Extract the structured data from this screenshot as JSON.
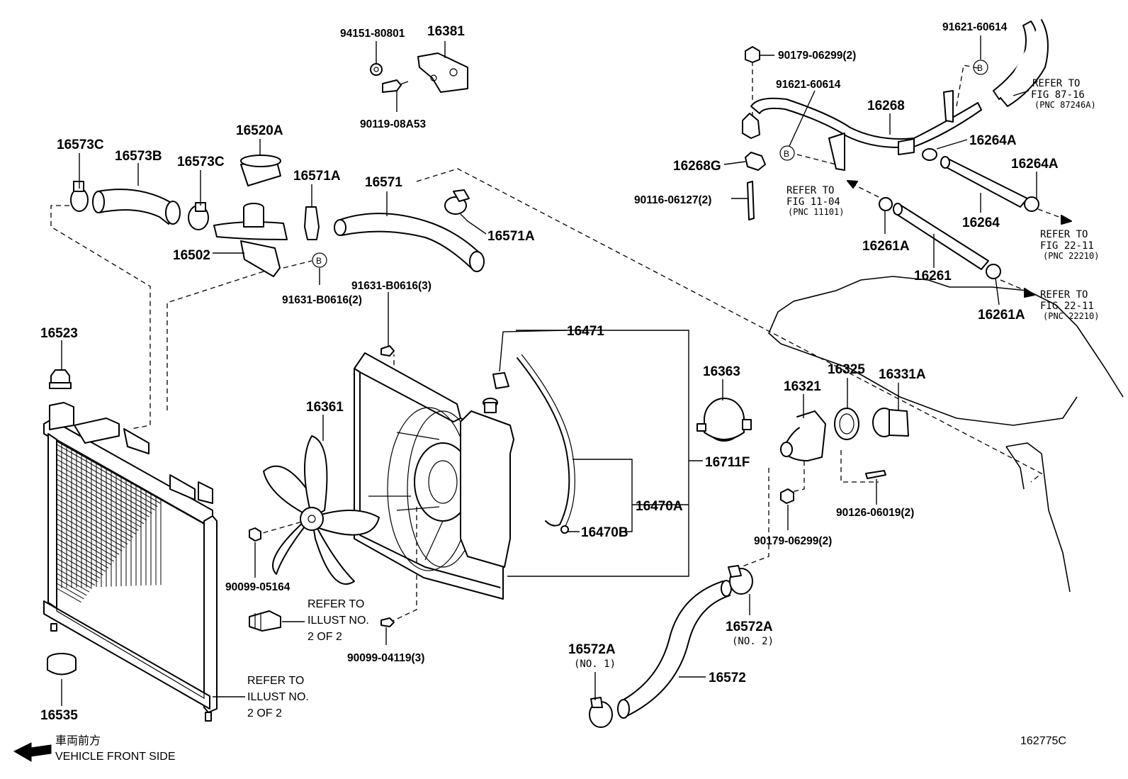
{
  "labels": {
    "p94151": "94151-80801",
    "p16381": "16381",
    "p90119": "90119-08A53",
    "p16573C_a": "16573C",
    "p16573B": "16573B",
    "p16573C_b": "16573C",
    "p16520A": "16520A",
    "p16571A_a": "16571A",
    "p16571": "16571",
    "p16571A_b": "16571A",
    "p16502": "16502",
    "p91631_2": "91631-B0616(2)",
    "p91631_3": "91631-B0616(3)",
    "p16523": "16523",
    "p16361": "16361",
    "p16471": "16471",
    "p16363": "16363",
    "p16321": "16321",
    "p16325": "16325",
    "p16331A": "16331A",
    "p16711F": "16711F",
    "p16470A": "16470A",
    "p16470B": "16470B",
    "p90126": "90126-06019(2)",
    "p90179_b": "90179-06299(2)",
    "p90099_05164": "90099-05164",
    "p90099_04119": "90099-04119(3)",
    "p16535": "16535",
    "p16572A_1": "16572A",
    "p16572A_2": "16572A",
    "p16572": "16572",
    "p91621_top": "91621-60614",
    "p90179_a": "90179-06299(2)",
    "p91621_mid": "91621-60614",
    "p16268": "16268",
    "p16264A_a": "16264A",
    "p16264A_b": "16264A",
    "p16268G": "16268G",
    "p90116": "90116-06127(2)",
    "p16264": "16264",
    "p16261A_a": "16261A",
    "p16261": "16261",
    "p16261A_b": "16261A"
  },
  "sublabels": {
    "no1": "(NO. 1)",
    "no2": "(NO. 2)"
  },
  "refs": {
    "r87_1": "REFER TO",
    "r87_2": "FIG 87-16",
    "r87_3": "(PNC 87246A)",
    "r11_1": "REFER TO",
    "r11_2": "FIG 11-04",
    "r11_3": "(PNC 11101)",
    "r22a_1": "REFER TO",
    "r22a_2": "FIG 22-11",
    "r22a_3": "(PNC 22210)",
    "r22b_1": "REFER TO",
    "r22b_2": "FIG 22-11",
    "r22b_3": "(PNC 22210)",
    "ill_a_1": "REFER TO",
    "ill_a_2": "ILLUST NO.",
    "ill_a_3": "2 OF 2",
    "ill_b_1": "REFER TO",
    "ill_b_2": "ILLUST NO.",
    "ill_b_3": "2 OF 2"
  },
  "callout_letters": {
    "b1": "B",
    "b2": "B",
    "b3": "B"
  },
  "footer": {
    "direction_jp": "車両前方",
    "direction_en": "VEHICLE FRONT SIDE",
    "figure_code": "162775C"
  }
}
